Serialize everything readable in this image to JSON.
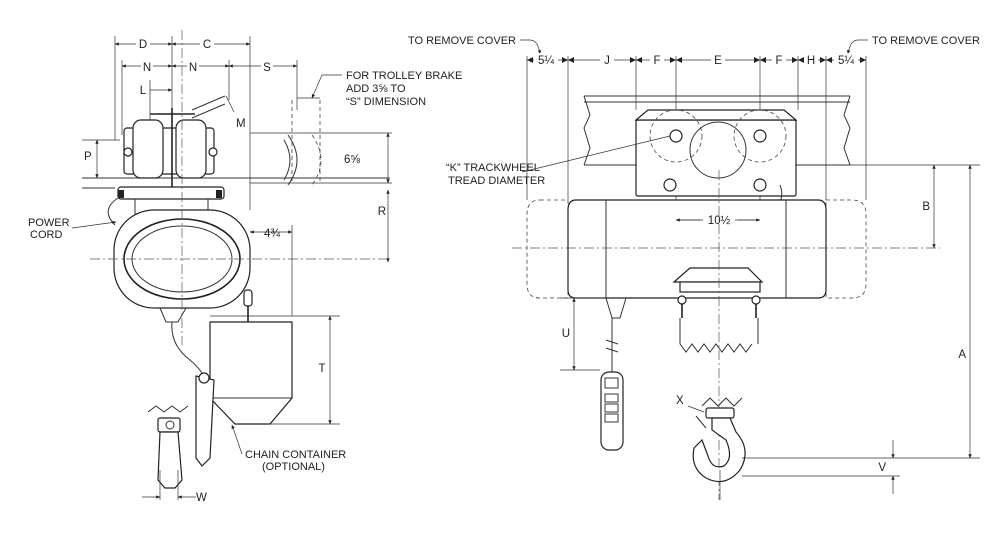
{
  "labels": {
    "to_remove_cover_left": "TO REMOVE COVER",
    "to_remove_cover_right": "TO REMOVE COVER",
    "trolley_brake_line1": "FOR TROLLEY BRAKE",
    "trolley_brake_line2": "ADD 3⅝ TO",
    "trolley_brake_line3": "“S” DIMENSION",
    "trackwheel_line1": "“K” TRACKWHEEL",
    "trackwheel_line2": "TREAD DIAMETER",
    "power_cord_line1": "POWER",
    "power_cord_line2": "CORD",
    "chain_container_line1": "CHAIN CONTAINER",
    "chain_container_line2": "(OPTIONAL)"
  },
  "dimensions": {
    "D": "D",
    "C": "C",
    "N1": "N",
    "N2": "N",
    "S": "S",
    "L": "L",
    "M": "M",
    "P": "P",
    "R": "R",
    "six_five_eighths": "6⅝",
    "four_three_quarters": "4¾",
    "T": "T",
    "W": "W",
    "five_quarter_left": "5¼",
    "J": "J",
    "F1": "F",
    "E": "E",
    "F2": "F",
    "H": "H",
    "five_quarter_right": "5¼",
    "B": "B",
    "ten_half": "10½",
    "U": "U",
    "A": "A",
    "X": "X",
    "V": "V"
  }
}
